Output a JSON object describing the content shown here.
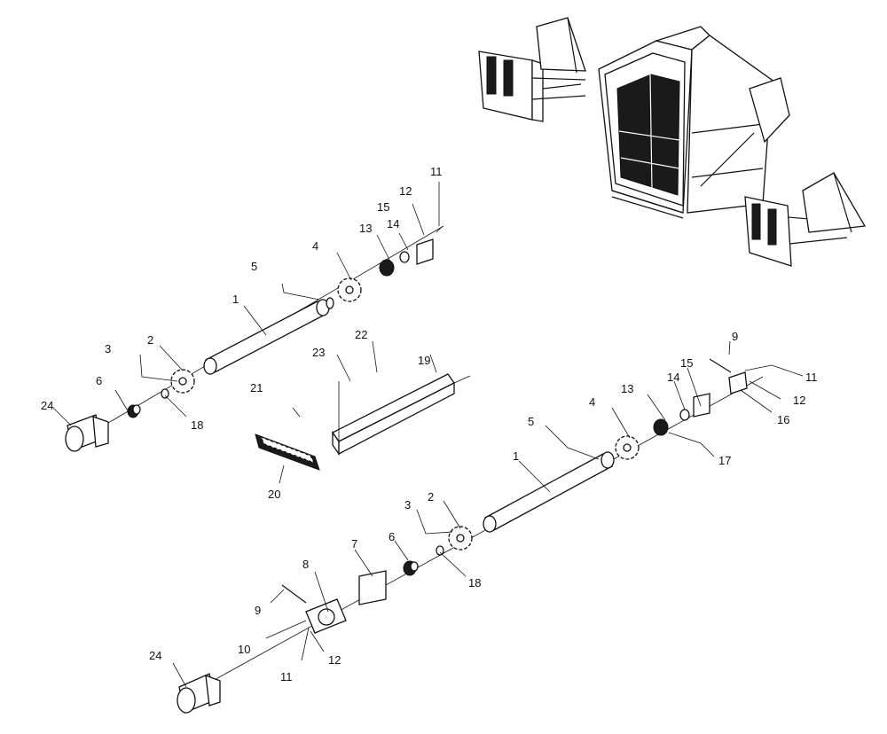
{
  "labels": {
    "a1": "1",
    "a2": "2",
    "a3": "3",
    "a4": "4",
    "a5": "5",
    "a6": "6",
    "a11": "11",
    "a12": "12",
    "a13": "13",
    "a14": "14",
    "a15": "15",
    "a18": "18",
    "a24": "24",
    "m19": "19",
    "m20": "20",
    "m21": "21",
    "m22": "22",
    "m23": "23",
    "b1": "1",
    "b2": "2",
    "b3": "3",
    "b4": "4",
    "b5": "5",
    "b6": "6",
    "b7": "7",
    "b8": "8",
    "b9": "9",
    "b10": "10",
    "b11": "11",
    "b12": "12",
    "b18": "18",
    "b24": "24",
    "c9": "9",
    "c11": "11",
    "c12": "12",
    "c13": "13",
    "c14": "14",
    "c15": "15",
    "c16": "16",
    "c17": "17"
  }
}
